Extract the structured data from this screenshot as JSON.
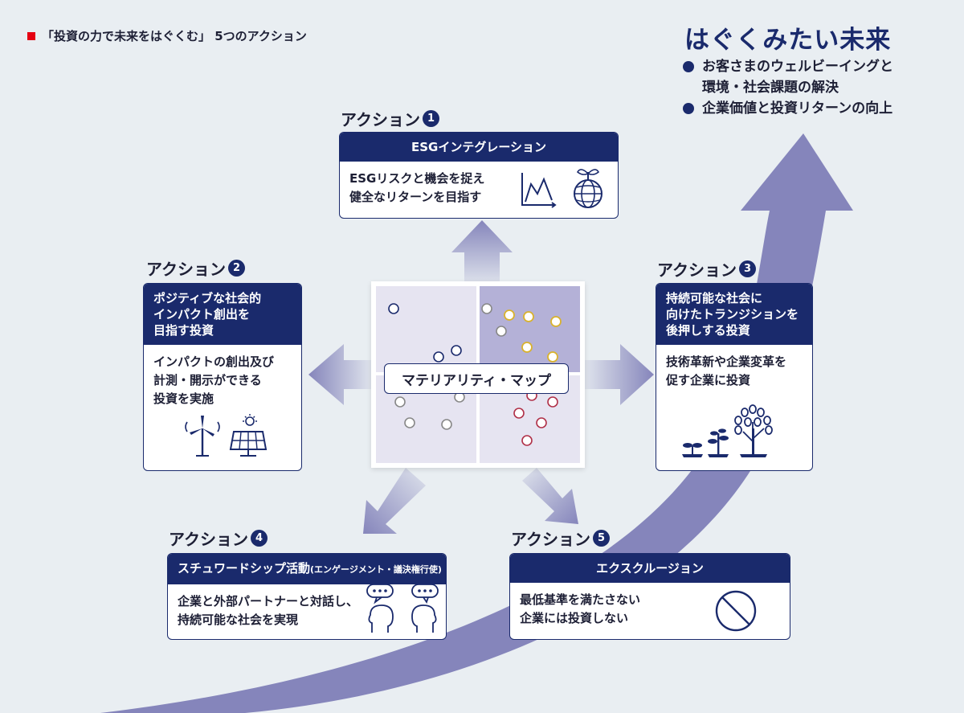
{
  "header": {
    "label": "「投資の力で未来をはぐくむ」 5つのアクション"
  },
  "future": {
    "title": "はぐくみたい未来",
    "items": [
      {
        "line1": "お客さまのウェルビーイングと",
        "line2": "環境・社会課題の解決"
      },
      {
        "line1": "企業価値と投資リターンの向上",
        "line2": ""
      }
    ]
  },
  "center": {
    "label": "マテリアリティ・マップ"
  },
  "actions": [
    {
      "head": "アクション",
      "num": "1",
      "title": "ESGインテグレーション",
      "body": [
        "ESGリスクと機会を捉え",
        "健全なリターンを目指す"
      ]
    },
    {
      "head": "アクション",
      "num": "2",
      "title": [
        "ポジティブな社会的",
        "インパクト創出を",
        "目指す投資"
      ],
      "body": [
        "インパクトの創出及び",
        "計測・開示ができる",
        "投資を実施"
      ]
    },
    {
      "head": "アクション",
      "num": "3",
      "title": [
        "持続可能な社会に",
        "向けたトランジションを",
        "後押しする投資"
      ],
      "body": [
        "技術革新や企業変革を",
        "促す企業に投資"
      ]
    },
    {
      "head": "アクション",
      "num": "4",
      "title": "スチュワードシップ活動",
      "title_note": "(エンゲージメント・議決権行使)",
      "body": [
        "企業と外部パートナーと対話し、",
        "持続可能な社会を実現"
      ]
    },
    {
      "head": "アクション",
      "num": "5",
      "title": "エクスクルージョン",
      "body": [
        "最低基準を満たさない",
        "企業には投資しない"
      ]
    }
  ],
  "colors": {
    "navy": "#1a2a6c",
    "arrow": "#8585bb",
    "red": "#e50012",
    "gold": "#d9b22e",
    "crimson": "#b03048"
  },
  "icons": [
    "line-chart-icon",
    "globe-sprout-icon",
    "wind-turbine-icon",
    "solar-panel-icon",
    "growing-tree-icon",
    "dialogue-heads-icon",
    "prohibition-icon"
  ]
}
